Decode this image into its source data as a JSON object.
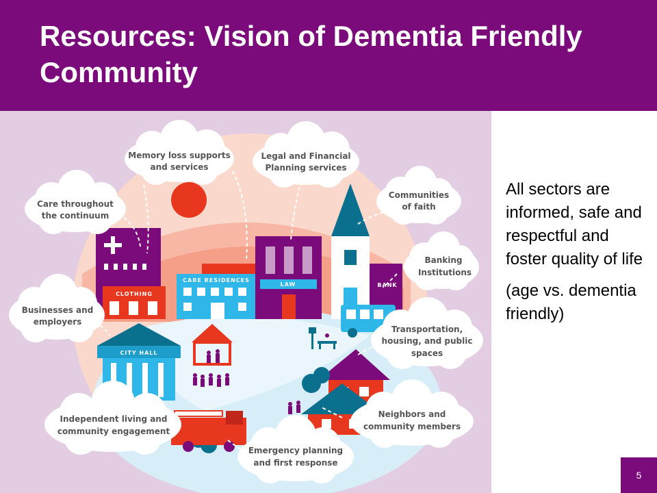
{
  "slide": {
    "title": "Resources: Vision of Dementia Friendly Community",
    "body_line1": "All sectors are informed, safe and respectful and foster quality of life",
    "body_line2": "(age vs. dementia friendly)",
    "page_number": "5"
  },
  "colors": {
    "header": "#7b0a7b",
    "illustration_bg": "#e3cde3",
    "accent_red": "#e8371f",
    "accent_blue": "#2eb7e8"
  },
  "illustration": {
    "signs": {
      "clothing": "CLOTHING",
      "care_residences": "CARE RESIDENCES",
      "law": "LAW",
      "bank": "BANK",
      "city_hall": "CITY HALL"
    },
    "clouds": {
      "memory_loss": [
        "Memory loss supports",
        "and services"
      ],
      "legal": [
        "Legal and Financial",
        "Planning services"
      ],
      "faith": [
        "Communities",
        "of faith"
      ],
      "banking": [
        "Banking",
        "Institutions"
      ],
      "care": [
        "Care throughout",
        "the continuum"
      ],
      "business": [
        "Businesses and",
        "employers"
      ],
      "transport": [
        "Transportation,",
        "housing, and public",
        "spaces"
      ],
      "independent": [
        "Independent living and",
        "community engagement"
      ],
      "neighbors": [
        "Neighbors and",
        "community members"
      ],
      "emergency": [
        "Emergency planning",
        "and first response"
      ]
    }
  }
}
